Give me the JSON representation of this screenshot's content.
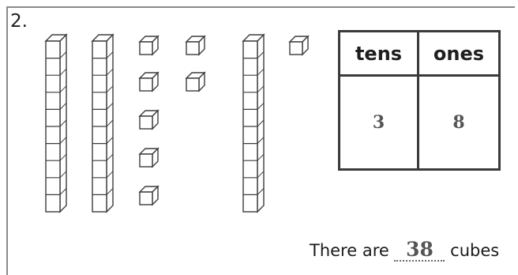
{
  "question": {
    "number": "2."
  },
  "blocks": {
    "rods": 3,
    "units": 8
  },
  "place_value_table": {
    "headers": [
      "tens",
      "ones"
    ],
    "values": [
      "3",
      "8"
    ]
  },
  "sentence": {
    "prefix": "There are",
    "answer": "38",
    "suffix": "cubes"
  }
}
